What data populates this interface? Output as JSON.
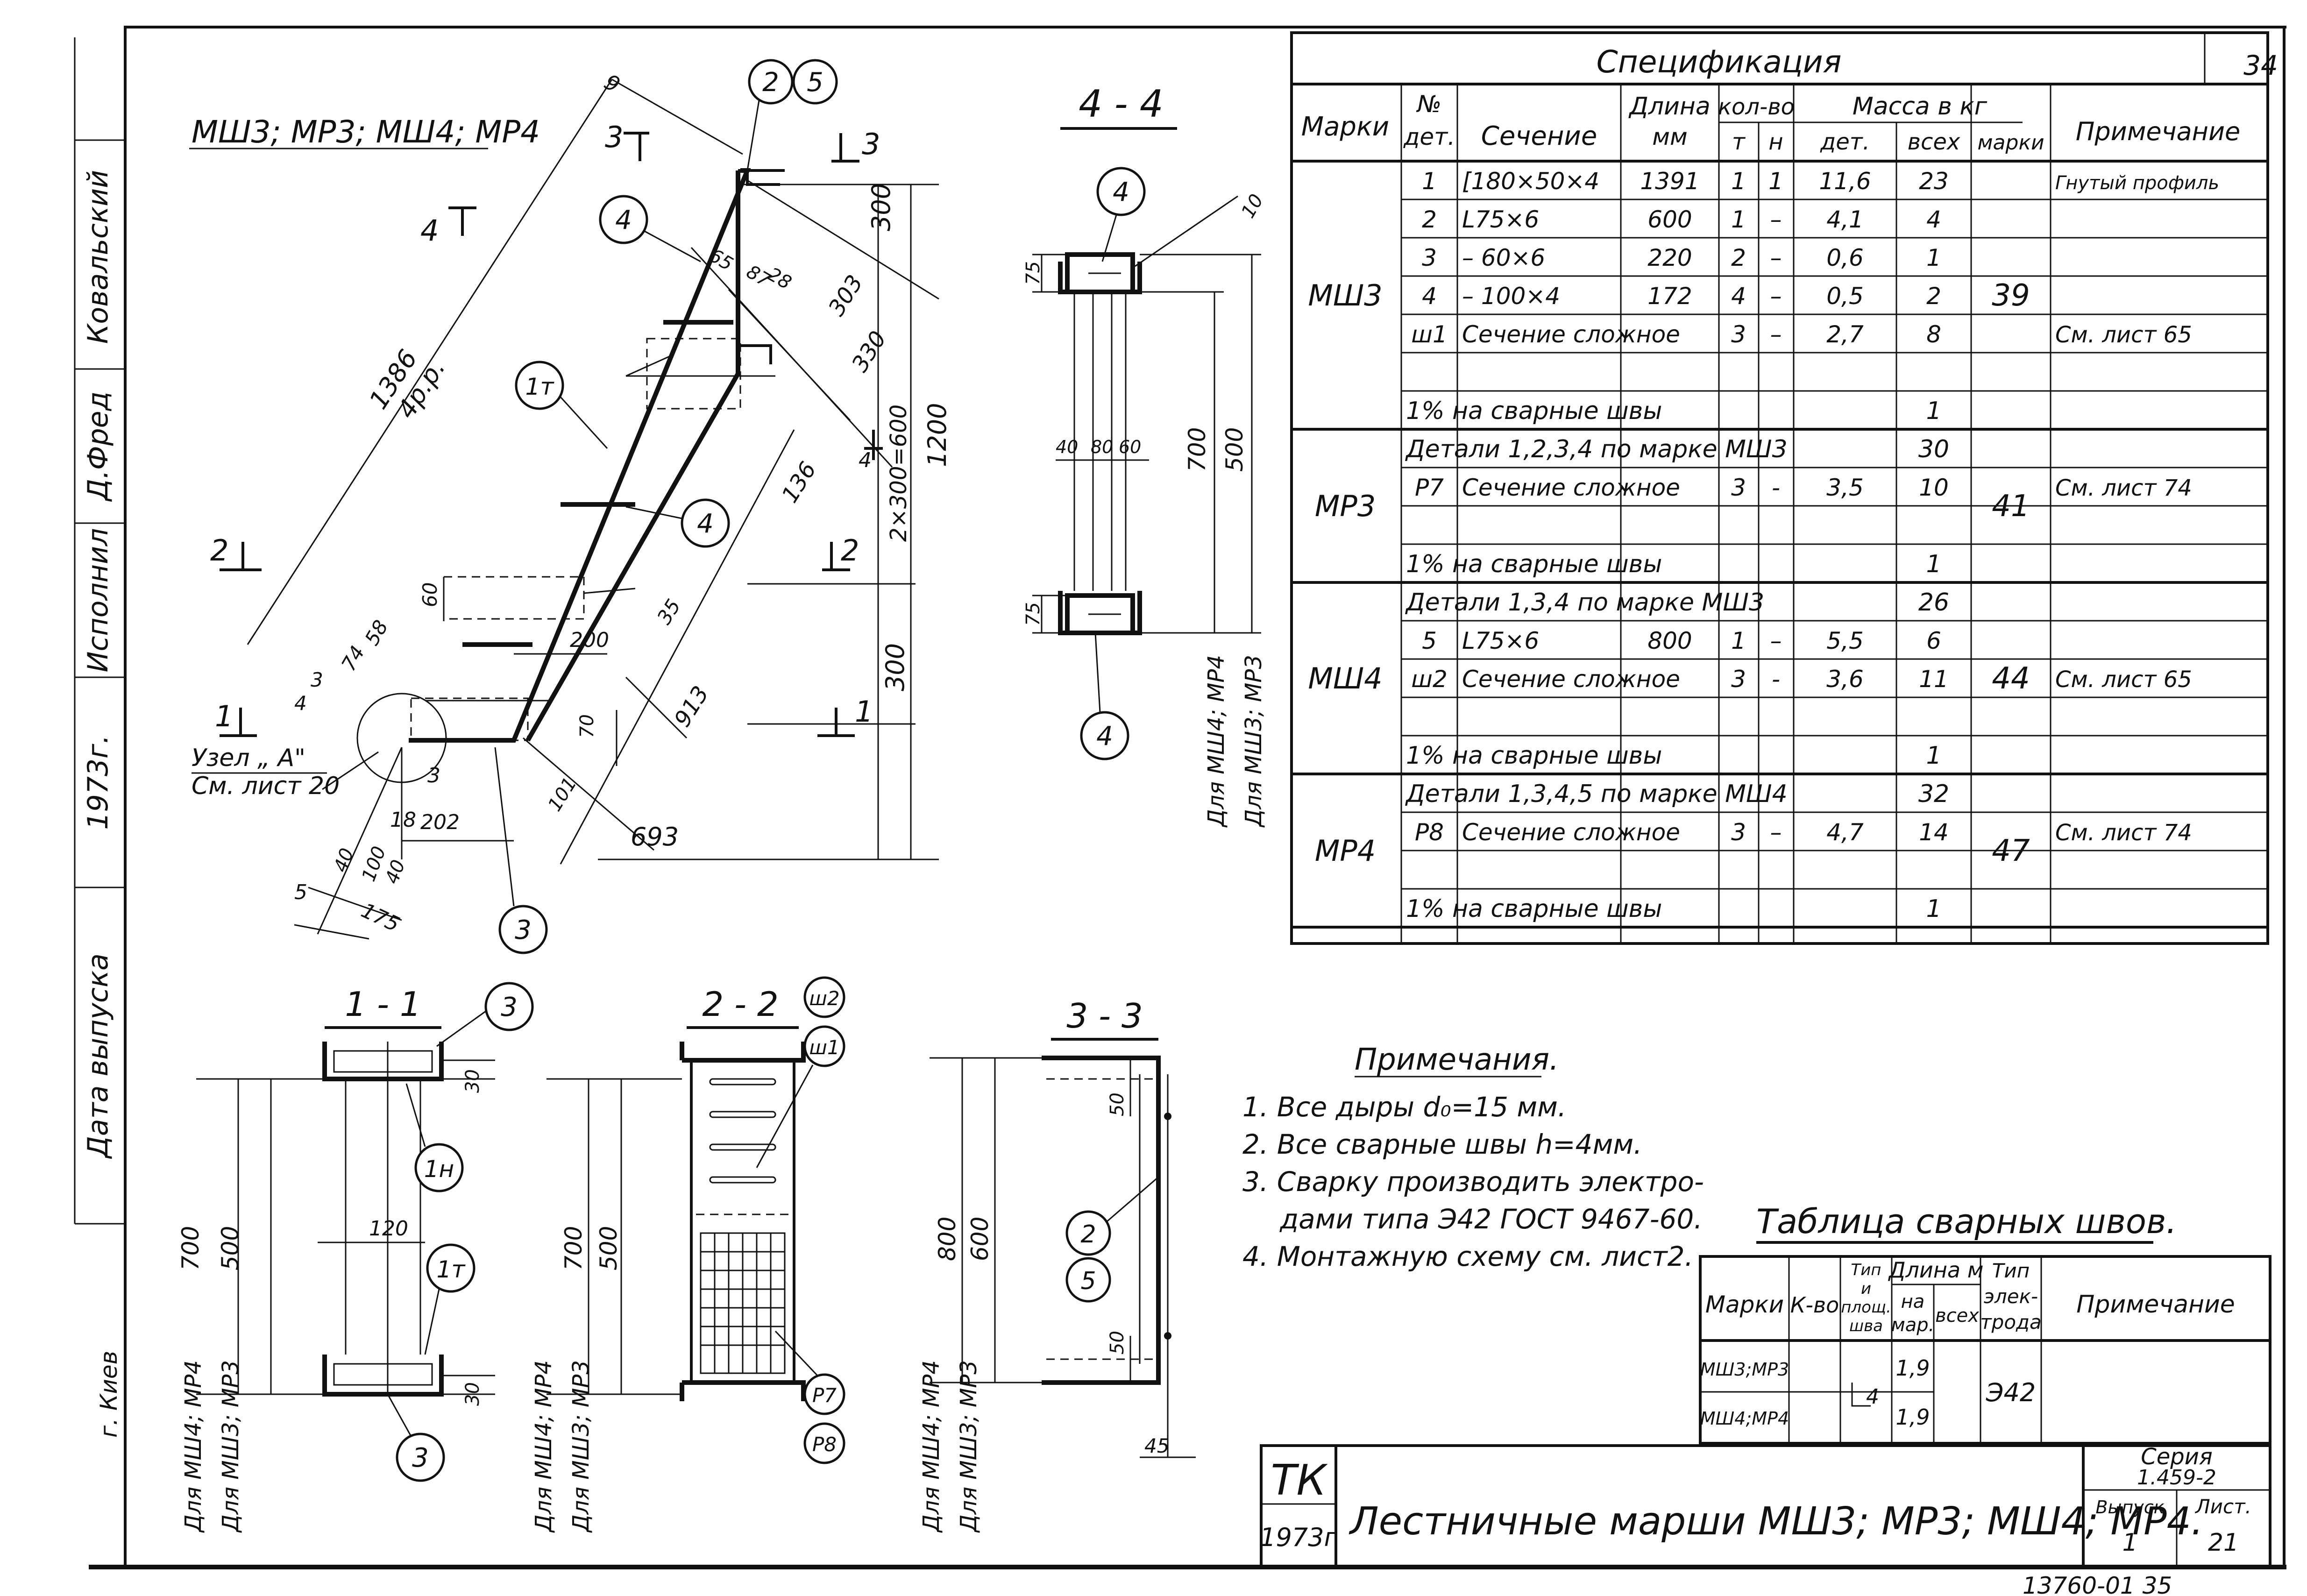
{
  "sheet_number": "34",
  "drawing": {
    "main_label": "МШ3; МР3; МШ4; МР4",
    "section_labels": {
      "s44": "4 - 4",
      "s11": "1 - 1",
      "s22": "2 - 2",
      "s33": "3 - 3",
      "cut3": "3",
      "cut4": "4",
      "cut2": "2",
      "cut1": "1"
    },
    "dims": {
      "d9": "9",
      "d1386": "1386",
      "d4pp": "4р.р.",
      "d65": "65",
      "d87": "87",
      "d28": "28",
      "d300a": "300",
      "d303": "303",
      "d330": "330",
      "d1200": "1200",
      "d2x300": "2×300=600",
      "d136": "136",
      "d60": "60",
      "d35": "35",
      "d200": "200",
      "d913": "913",
      "d300b": "300",
      "d4": "4",
      "d3": "3",
      "d74": "74",
      "d58": "58",
      "d70": "70",
      "d101": "101",
      "d693": "693",
      "d3b": "3",
      "d18": "18",
      "d202": "202",
      "d40a": "40",
      "d100": "100",
      "d40b": "40",
      "d5": "5",
      "d175": "175",
      "d10": "10",
      "d75a": "75",
      "d75b": "75",
      "d40b2": "40",
      "d80": "80",
      "d60b": "60",
      "d700": "700",
      "d500": "500",
      "d30a": "30",
      "d30b": "30",
      "d120": "120",
      "d700b": "700",
      "d500b": "500",
      "d700c": "700",
      "d500c": "500",
      "d50a": "50",
      "d50b": "50",
      "d800": "800",
      "d600": "600",
      "d45": "45"
    },
    "node_label_1": "Узел „ А\"",
    "node_label_2": "См. лист 20",
    "for_msh4_mr4": "Для МШ4; МР4",
    "for_msh3_mr3": "Для МШ3; МР3",
    "bubbles": {
      "b2": "2",
      "b5": "5",
      "b4a": "4",
      "b4b": "4",
      "b1t": "1т",
      "b3": "3",
      "b4c": "4",
      "b4d": "4",
      "b3b": "3",
      "b1n": "1н",
      "b1t2": "1т",
      "b3c": "3",
      "b_sh2": "ш2",
      "b_sh1": "ш1",
      "b_p7": "Р7",
      "b_p8": "Р8",
      "b2b": "2",
      "b5b": "5"
    }
  },
  "spec": {
    "title": "Спецификация",
    "headers": {
      "marks": "Марки",
      "no": "№",
      "det": "дет.",
      "section": "Сечение",
      "length": "Длина",
      "mm": "мм",
      "qty": "кол-во",
      "t": "т",
      "n": "н",
      "mass": "Масса в кг",
      "mdet": "дет.",
      "mall": "всех",
      "mmark": "марки",
      "note": "Примечание"
    },
    "groups": [
      {
        "mark": "МШ3",
        "mass": "39",
        "rows": [
          [
            "1",
            "[180×50×4",
            "1391",
            "1",
            "1",
            "11,6",
            "23",
            "Гнутый профиль"
          ],
          [
            "2",
            "L75×6",
            "600",
            "1",
            "–",
            "4,1",
            "4",
            ""
          ],
          [
            "3",
            "– 60×6",
            "220",
            "2",
            "–",
            "0,6",
            "1",
            ""
          ],
          [
            "4",
            "– 100×4",
            "172",
            "4",
            "–",
            "0,5",
            "2",
            ""
          ],
          [
            "ш1",
            "Сечение сложное",
            "",
            "3",
            "–",
            "2,7",
            "8",
            "См. лист 65"
          ]
        ],
        "tail": "1% на сварные швы",
        "tail_val": "1"
      },
      {
        "mark": "МР3",
        "mass": "41",
        "head": "Детали 1,2,3,4 по марке МШ3",
        "head_val": "30",
        "rows": [
          [
            "Р7",
            "Сечение сложное",
            "",
            "3",
            "-",
            "3,5",
            "10",
            "См. лист 74"
          ]
        ],
        "tail": "1% на сварные швы",
        "tail_val": "1"
      },
      {
        "mark": "МШ4",
        "mass": "44",
        "head": "Детали 1,3,4 по марке МШ3",
        "head_val": "26",
        "rows": [
          [
            "5",
            "L75×6",
            "800",
            "1",
            "–",
            "5,5",
            "6",
            ""
          ],
          [
            "ш2",
            "Сечение сложное",
            "",
            "3",
            "-",
            "3,6",
            "11",
            "См. лист 65"
          ]
        ],
        "tail": "1% на сварные швы",
        "tail_val": "1"
      },
      {
        "mark": "МР4",
        "mass": "47",
        "head": "Детали 1,3,4,5 по марке МШ4",
        "head_val": "32",
        "rows": [
          [
            "Р8",
            "Сечение сложное",
            "",
            "3",
            "–",
            "4,7",
            "14",
            "См. лист 74"
          ]
        ],
        "tail": "1% на сварные швы",
        "tail_val": "1"
      }
    ]
  },
  "notes": {
    "title": "Примечания.",
    "items": [
      "1. Все дыры d₀=15 мм.",
      "2. Все сварные швы h=4мм.",
      "3. Сварку производить электро-",
      "дами типа Э42 ГОСТ 9467-60.",
      "4. Монтажную схему см. лист2."
    ]
  },
  "weld_table": {
    "title": "Таблица сварных швов.",
    "h_marks": "Марки",
    "h_qty": "К-во",
    "h_type1": "Тип",
    "h_type2": "и",
    "h_type3": "площ.",
    "h_type4": "швa",
    "h_len": "Длина м",
    "h_na": "на",
    "h_mar": "мар.",
    "h_all": "всех",
    "h_el1": "Тип",
    "h_el2": "элек-",
    "h_el3": "трода",
    "h_note": "Примечание",
    "r1_mark": "МШ3;МР3",
    "r2_mark": "МШ4;МР4",
    "weld_type": "4",
    "r1_len": "1,9",
    "r2_len": "1,9",
    "electrode": "Э42"
  },
  "title_block": {
    "tk": "ТК",
    "year": "1973г",
    "title": "Лестничные марши МШ3; МР3; МШ4; МР4.",
    "series_label": "Серия",
    "series": "1.459-2",
    "issue_label": "Выпуск",
    "issue": "1",
    "sheet_label": "Лист.",
    "sheet": "21"
  },
  "side_stamp": {
    "checked": "Ковальский",
    "signature": "Д.Фред",
    "performed": "Исполнил",
    "year": "1973г.",
    "date_label": "Дата выпуска",
    "city": "г. Киев"
  },
  "footer_code": "13760-01   35"
}
